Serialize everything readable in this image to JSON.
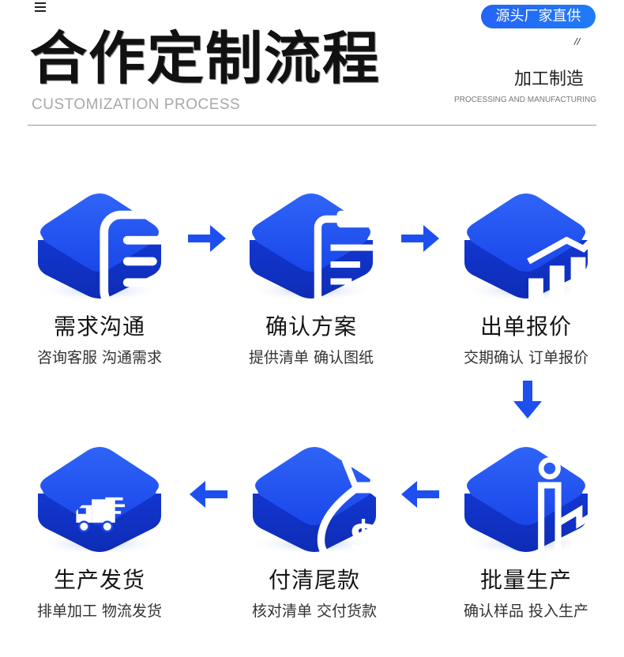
{
  "header": {
    "title": "合作定制流程",
    "subtitle_en": "CUSTOMIZATION PROCESS",
    "badge": "源头厂家直供",
    "slash": "//",
    "process_cn": "加工制造",
    "process_en": "PROCESSING AND MANUFACTURING"
  },
  "steps": [
    {
      "title": "需求沟通",
      "desc": "咨询客服 沟通需求",
      "icon": "document-list-icon"
    },
    {
      "title": "确认方案",
      "desc": "提供清单 确认图纸",
      "icon": "clipboard-edit-icon"
    },
    {
      "title": "出单报价",
      "desc": "交期确认 订单报价",
      "icon": "bar-chart-growth-icon"
    },
    {
      "title": "批量生产",
      "desc": "确认样品 投入生产",
      "icon": "factory-icon"
    },
    {
      "title": "付清尾款",
      "desc": "核对清单 交付货款",
      "icon": "money-bag-icon"
    },
    {
      "title": "生产发货",
      "desc": "排单加工 物流发货",
      "icon": "delivery-truck-icon"
    }
  ],
  "colors": {
    "tile": "#1541e8",
    "tile_top": "#2a5cf5",
    "arrow": "#1d4ff0",
    "badge": "#2563f5"
  }
}
